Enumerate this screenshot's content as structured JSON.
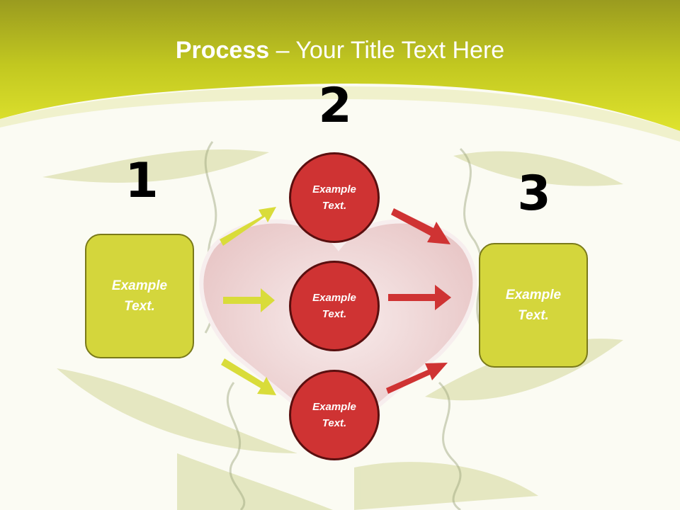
{
  "title": {
    "bold": "Process",
    "rest": " – Your Title Text Here"
  },
  "steps": {
    "one": {
      "number": "1",
      "text": "Example Text."
    },
    "two": {
      "number": "2"
    },
    "three": {
      "number": "3",
      "text": "Example Text."
    }
  },
  "circles": [
    {
      "text": "Example Text."
    },
    {
      "text": "Example Text."
    },
    {
      "text": "Example Text."
    }
  ],
  "colors": {
    "header": "#c7cd1e",
    "box_fill": "#d4d63c",
    "circle_fill": "#cf3333",
    "arrow_left": "#d9dc3a",
    "arrow_right": "#cf3333",
    "heart": "#f0d6d6"
  }
}
